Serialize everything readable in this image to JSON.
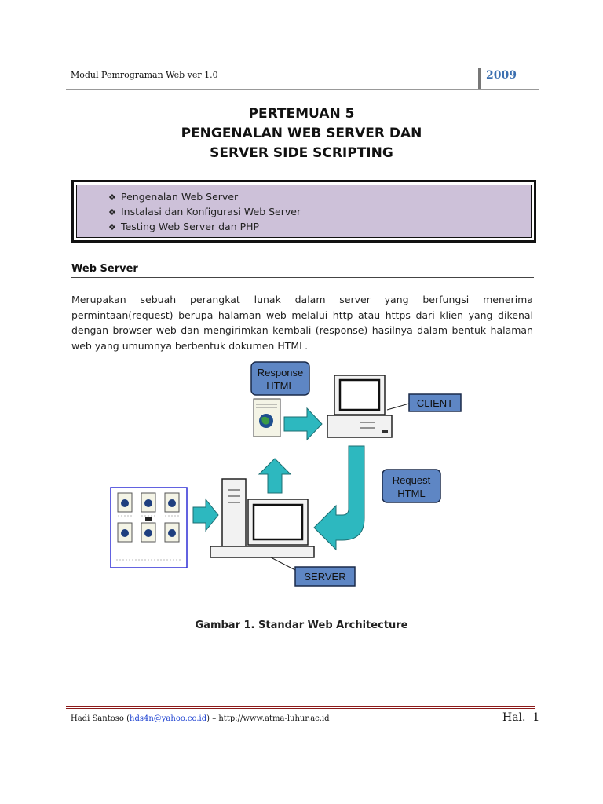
{
  "header": {
    "module_title": "Modul Pemrograman Web ver 1.0",
    "year": "2009"
  },
  "title": {
    "line1": "PERTEMUAN 5",
    "line2": "PENGENALAN WEB SERVER DAN",
    "line3": "SERVER SIDE SCRIPTING"
  },
  "topics": [
    "Pengenalan Web Server",
    "Instalasi dan Konfigurasi Web Server",
    "Testing Web Server dan PHP"
  ],
  "section": {
    "heading": "Web Server",
    "paragraph": "Merupakan sebuah perangkat lunak dalam server yang berfungsi menerima permintaan(request) berupa halaman web melalui http atau https dari klien yang dikenal dengan browser web dan mengirimkan kembali (response) hasilnya dalam bentuk halaman web yang umumnya berbentuk dokumen HTML."
  },
  "diagram": {
    "response_label_1": "Response",
    "response_label_2": "HTML",
    "client_label": "CLIENT",
    "request_label_1": "Request",
    "request_label_2": "HTML",
    "server_label": "SERVER",
    "caption": "Gambar 1. Standar Web Architecture"
  },
  "footer": {
    "author": "Hadi Santoso (",
    "email": "hds4n@yahoo.co.id",
    "rest": ") – http://www.atma-luhur.ac.id",
    "page_label": "Hal.",
    "page_number": "1"
  }
}
